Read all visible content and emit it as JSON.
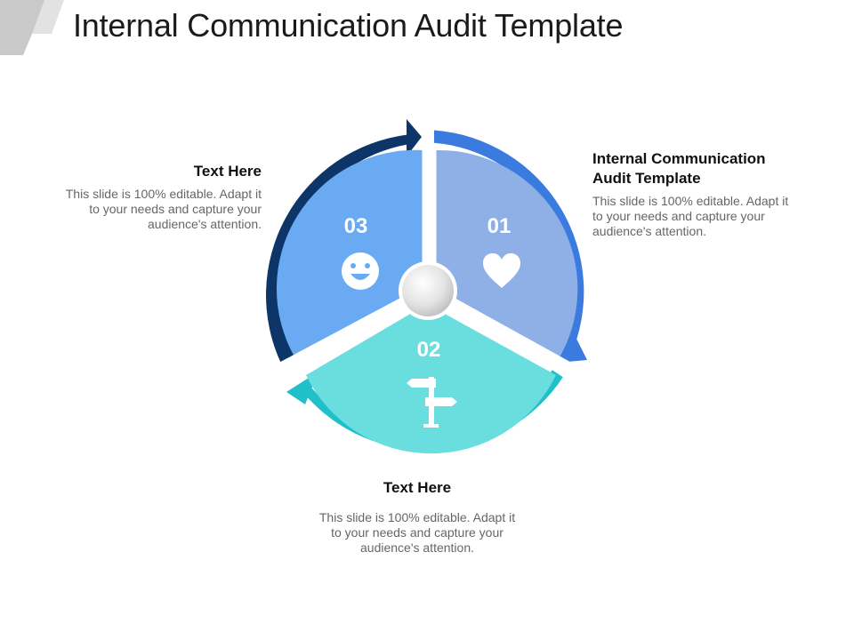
{
  "title": "Internal Communication Audit Template",
  "colors": {
    "segment_01": "#8fb0e6",
    "segment_02": "#6addde",
    "segment_03": "#6aaaf3",
    "arrow_01": "#3b7be0",
    "arrow_02": "#1fc0c8",
    "arrow_03": "#0d3567"
  },
  "segments": [
    {
      "number": "01",
      "icon": "heart-icon"
    },
    {
      "number": "02",
      "icon": "signpost-icon"
    },
    {
      "number": "03",
      "icon": "smiley-icon"
    }
  ],
  "blocks": {
    "right": {
      "heading": "Internal Communication Audit Template",
      "body": "This slide is 100% editable. Adapt it to your needs and capture your audience's attention."
    },
    "left": {
      "heading": "Text Here",
      "body": "This slide is 100% editable. Adapt it to your needs and capture your audience's attention."
    },
    "bottom": {
      "heading": "Text Here",
      "body": "This slide is 100% editable. Adapt it to your needs and capture your audience's attention."
    }
  }
}
